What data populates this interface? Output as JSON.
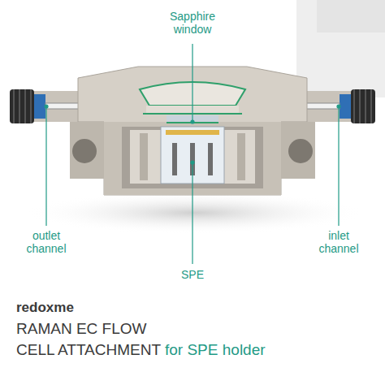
{
  "diagram": {
    "title": "RAMAN EC FLOW CELL ATTACHMENT",
    "labels": [
      "Sapphire window",
      "outlet channel",
      "inlet channel",
      "SPE",
      "redoxme",
      "for SPE holder"
    ]
  }
}
